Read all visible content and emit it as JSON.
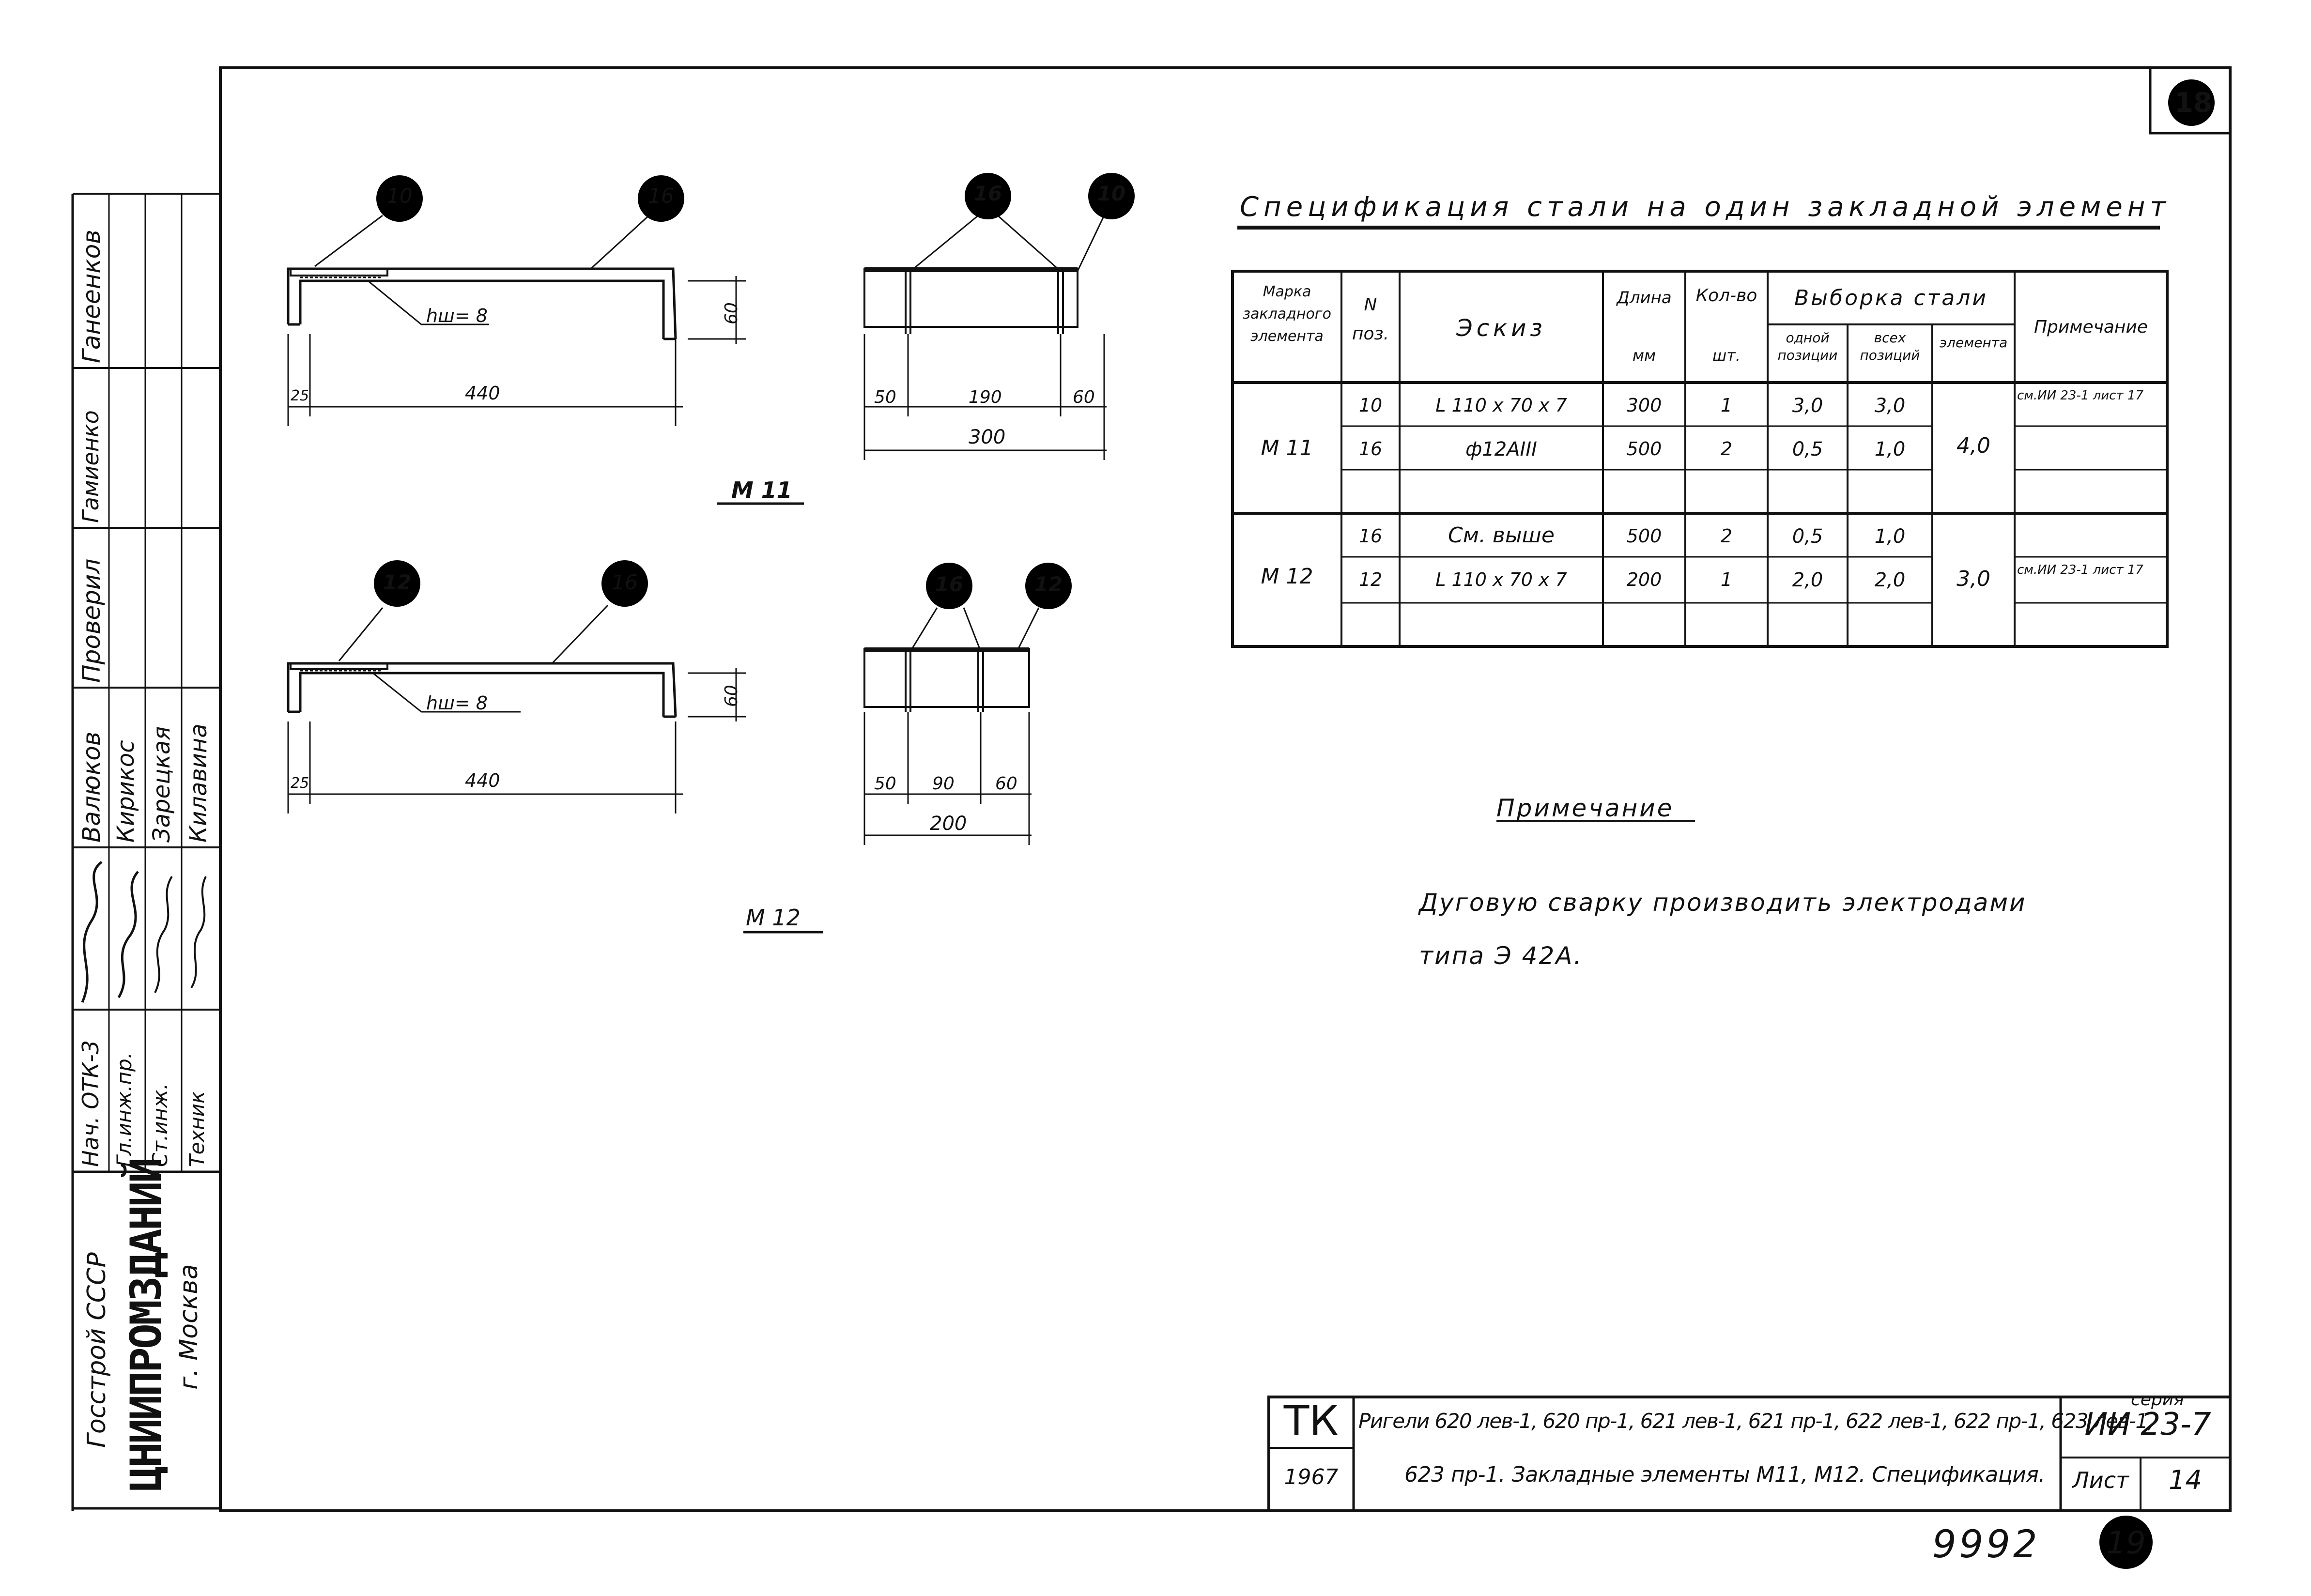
{
  "sheet": {
    "corner_number": "18",
    "bottom_code": "9992",
    "bottom_circle": "19"
  },
  "left_block": {
    "roles": [
      {
        "role": "Нач. ОТК-3",
        "name": "Валюков",
        "check": "Проверил",
        "sig_name": "Ганеенков"
      },
      {
        "role": "Гл.инж.пр.",
        "name": "Кирикос",
        "check": "",
        "sig_name": "Гамиенко"
      },
      {
        "role": "Ст.инж.",
        "name": "Зарецкая",
        "check": "",
        "sig_name": ""
      },
      {
        "role": "Техник",
        "name": "Килавина",
        "check": "",
        "sig_name": ""
      }
    ],
    "org_top": "Госстрой СССР",
    "org_main": "ЦНИИПРОМЗДАНИЙ",
    "org_city": "г. Москва"
  },
  "drawings": {
    "m11": {
      "title": "М 11",
      "callouts": {
        "a": "10",
        "b": "16",
        "c": "16",
        "d": "10"
      },
      "weld": "hш= 8",
      "dims": {
        "left": "25",
        "len": "440",
        "height": "60",
        "p1": "50",
        "p2": "190",
        "p3": "60",
        "total": "300"
      }
    },
    "m12": {
      "title": "М 12",
      "callouts": {
        "a": "12",
        "b": "16",
        "c": "16",
        "d": "12"
      },
      "weld": "hш= 8",
      "dims": {
        "left": "25",
        "len": "440",
        "height": "60",
        "p1": "50",
        "p2": "90",
        "p3": "60",
        "total": "200"
      }
    }
  },
  "spec": {
    "title": "Спецификация  стали  на  один  закладной  элемент",
    "headers": {
      "mark": "Марка закладного элемента",
      "pos": "N поз.",
      "sketch": "Эскиз",
      "length": "Длина",
      "length_unit": "мм",
      "qty": "Кол-во",
      "qty_unit": "шт.",
      "sample": "Выборка стали",
      "one": "одной позиции",
      "all": "всех позиций",
      "elem": "элемента",
      "note": "Примечание"
    },
    "groups": [
      {
        "mark": "М 11",
        "elem_total": "4,0",
        "rows": [
          {
            "pos": "10",
            "sketch": "L 110 x 70 x 7",
            "length": "300",
            "qty": "1",
            "one": "3,0",
            "all": "3,0",
            "note": "см.ИИ 23-1 лист 17"
          },
          {
            "pos": "16",
            "sketch": "ф12АIII",
            "length": "500",
            "qty": "2",
            "one": "0,5",
            "all": "1,0",
            "note": ""
          }
        ]
      },
      {
        "mark": "М 12",
        "elem_total": "3,0",
        "rows": [
          {
            "pos": "16",
            "sketch": "См. выше",
            "length": "500",
            "qty": "2",
            "one": "0,5",
            "all": "1,0",
            "note": ""
          },
          {
            "pos": "12",
            "sketch": "L 110 x 70 x 7",
            "length": "200",
            "qty": "1",
            "one": "2,0",
            "all": "2,0",
            "note": "см.ИИ 23-1 лист 17"
          }
        ]
      }
    ]
  },
  "note": {
    "heading": "Примечание",
    "line1": "Дуговую  сварку  производить электродами",
    "line2": "типа  Э 42А."
  },
  "title_block": {
    "tk": "ТК",
    "year": "1967",
    "desc1": "Ригели 620 лев-1, 620 пр-1, 621 лев-1, 621 пр-1, 622 лев-1, 622 пр-1, 623 лев-1,",
    "desc2": "623 пр-1. Закладные элементы М11, М12. Спецификация.",
    "series_label": "серия",
    "series": "ИИ 23-7",
    "sheet_label": "Лист",
    "sheet_num": "14"
  }
}
